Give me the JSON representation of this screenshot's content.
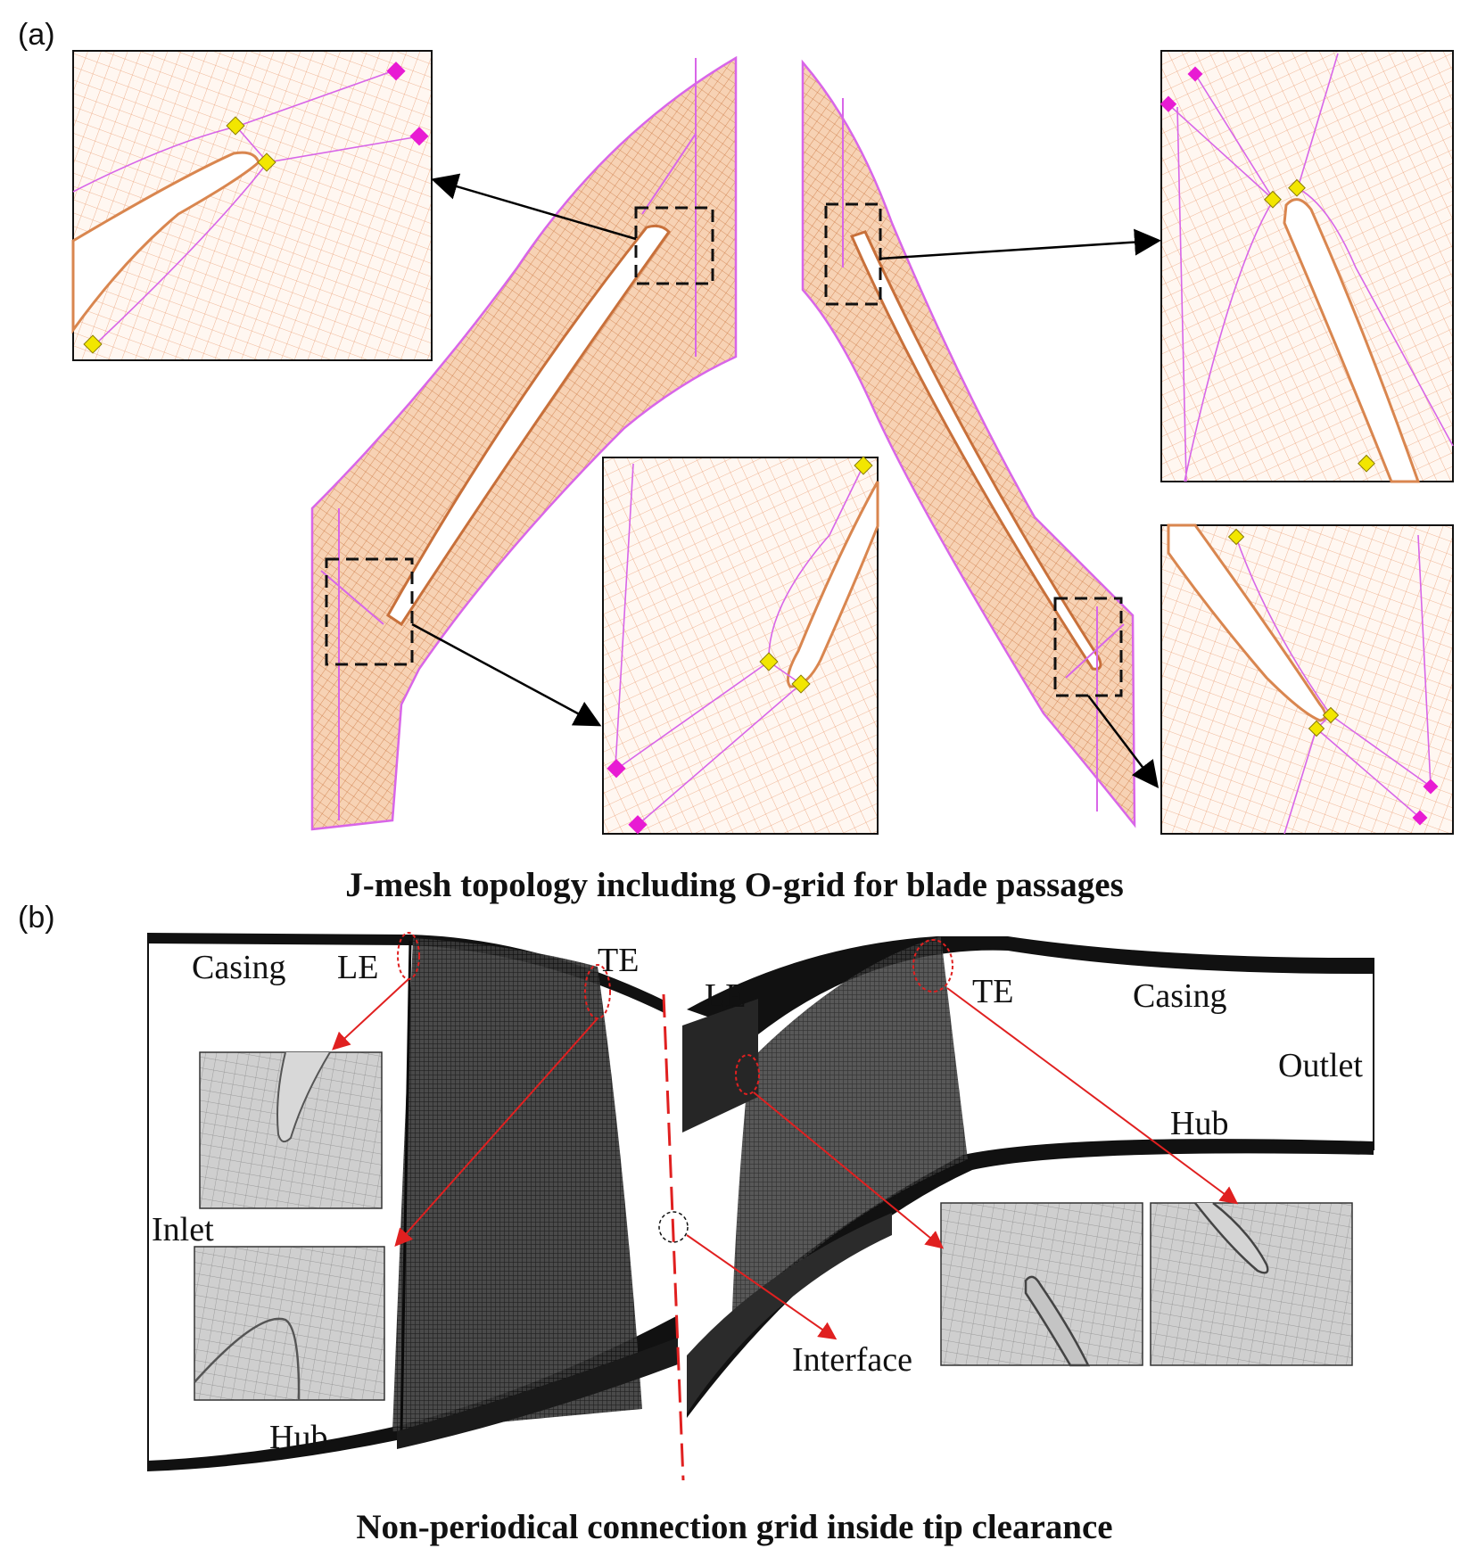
{
  "panel_a": {
    "label": "(a)",
    "caption": "J-mesh topology including O-grid for blade passages"
  },
  "panel_b": {
    "label": "(b)",
    "caption": "Non-periodical connection grid inside tip clearance",
    "labels": {
      "casing_left": "Casing",
      "le_left": "LE",
      "te_left": "TE",
      "inlet": "Inlet",
      "hub_left": "Hub",
      "le_right": "LE",
      "te_right": "TE",
      "casing_right": "Casing",
      "outlet": "Outlet",
      "hub_right": "Hub",
      "interface": "Interface"
    }
  },
  "colors": {
    "mesh_orange": "#c8703a",
    "mesh_fill": "#f5c9a6",
    "block_magenta": "#d866e8",
    "node_yellow": "#f2e600",
    "node_magenta": "#e81bd3",
    "arrow_red": "#e02020",
    "mesh_dark": "#1a1a1a"
  }
}
